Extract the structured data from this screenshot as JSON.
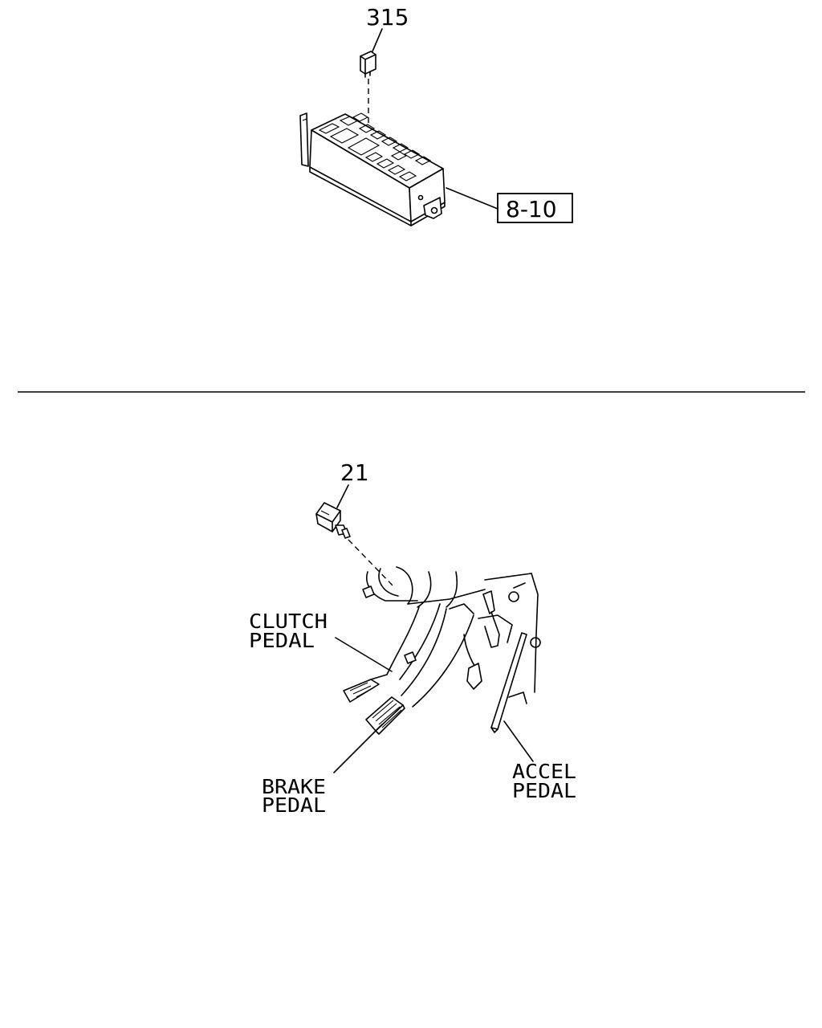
{
  "top": {
    "relay_callout": "315",
    "fusebox_ref": "8-10"
  },
  "bottom": {
    "switch_callout": "21",
    "clutch_label": [
      "CLUTCH",
      "PEDAL"
    ],
    "brake_label": [
      "BRAKE",
      "PEDAL"
    ],
    "accel_label": [
      "ACCEL",
      "PEDAL"
    ]
  }
}
